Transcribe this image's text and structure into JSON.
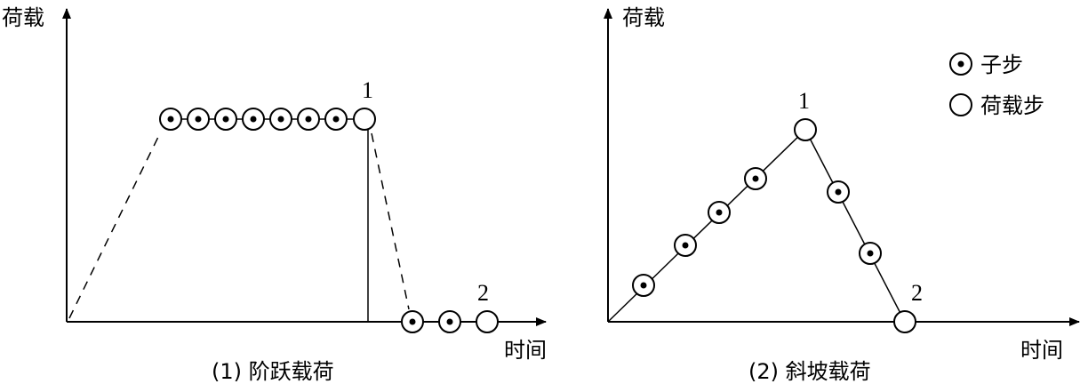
{
  "figure": {
    "panel1": {
      "y_axis_label": "荷载",
      "x_axis_label": "时间",
      "caption": "(1) 阶跃载荷",
      "point_label_1": "1",
      "point_label_2": "2"
    },
    "panel2": {
      "y_axis_label": "荷载",
      "x_axis_label": "时间",
      "caption": "(2) 斜坡载荷",
      "point_label_1": "1",
      "point_label_2": "2"
    },
    "legend": {
      "substep": "子步",
      "loadstep": "荷载步"
    }
  }
}
